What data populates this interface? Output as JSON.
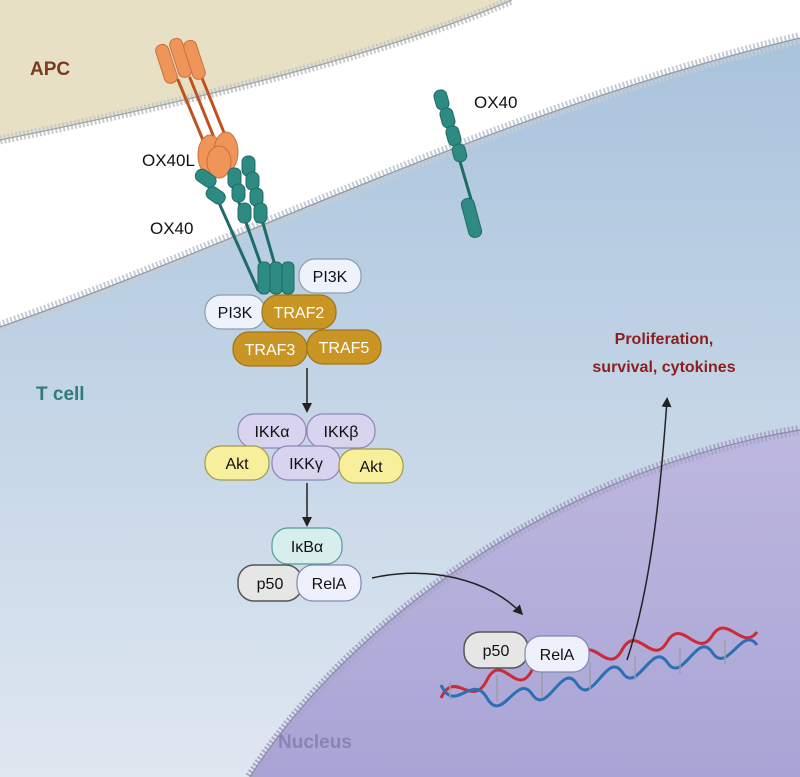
{
  "regions": {
    "apc": "APC",
    "t_cell": "T cell",
    "nucleus": "Nucleus"
  },
  "receptors": {
    "ox40l": "OX40L",
    "ox40_bound": "OX40",
    "ox40_free": "OX40"
  },
  "proteins": {
    "pi3k_top": "PI3K",
    "pi3k_left": "PI3K",
    "traf2": "TRAF2",
    "traf3": "TRAF3",
    "traf5": "TRAF5",
    "ikk_alpha": "IKKα",
    "ikk_beta": "IKKβ",
    "ikk_gamma": "IKKγ",
    "akt_left": "Akt",
    "akt_right": "Akt",
    "ikb_alpha": "IκBα",
    "p50_cyto": "p50",
    "rela_cyto": "RelA",
    "p50_nuc": "p50",
    "rela_nuc": "RelA"
  },
  "outcome": {
    "line1": "Proliferation,",
    "line2": "survival, cytokines"
  },
  "colors": {
    "apc_fill": "#e8e0c4",
    "tcell_fill": "#b7cde2",
    "nucleus_fill": "#b3aedb",
    "teal": "#2e8b84",
    "teal_dark": "#1f6b66",
    "orange": "#f0955a",
    "orange_dark": "#c0521f",
    "traf": "#c99525",
    "akt": "#f7ef9c",
    "ikk": "#d8d3ee",
    "pi3k": "#eef3fb",
    "ikb": "#d8eeec",
    "p50": "#e6e6e6",
    "outcome_text": "#8b1f1f",
    "apc_text": "#7a3b22",
    "tcell_text": "#2e7d7a",
    "nucleus_text": "#8a84b5"
  }
}
